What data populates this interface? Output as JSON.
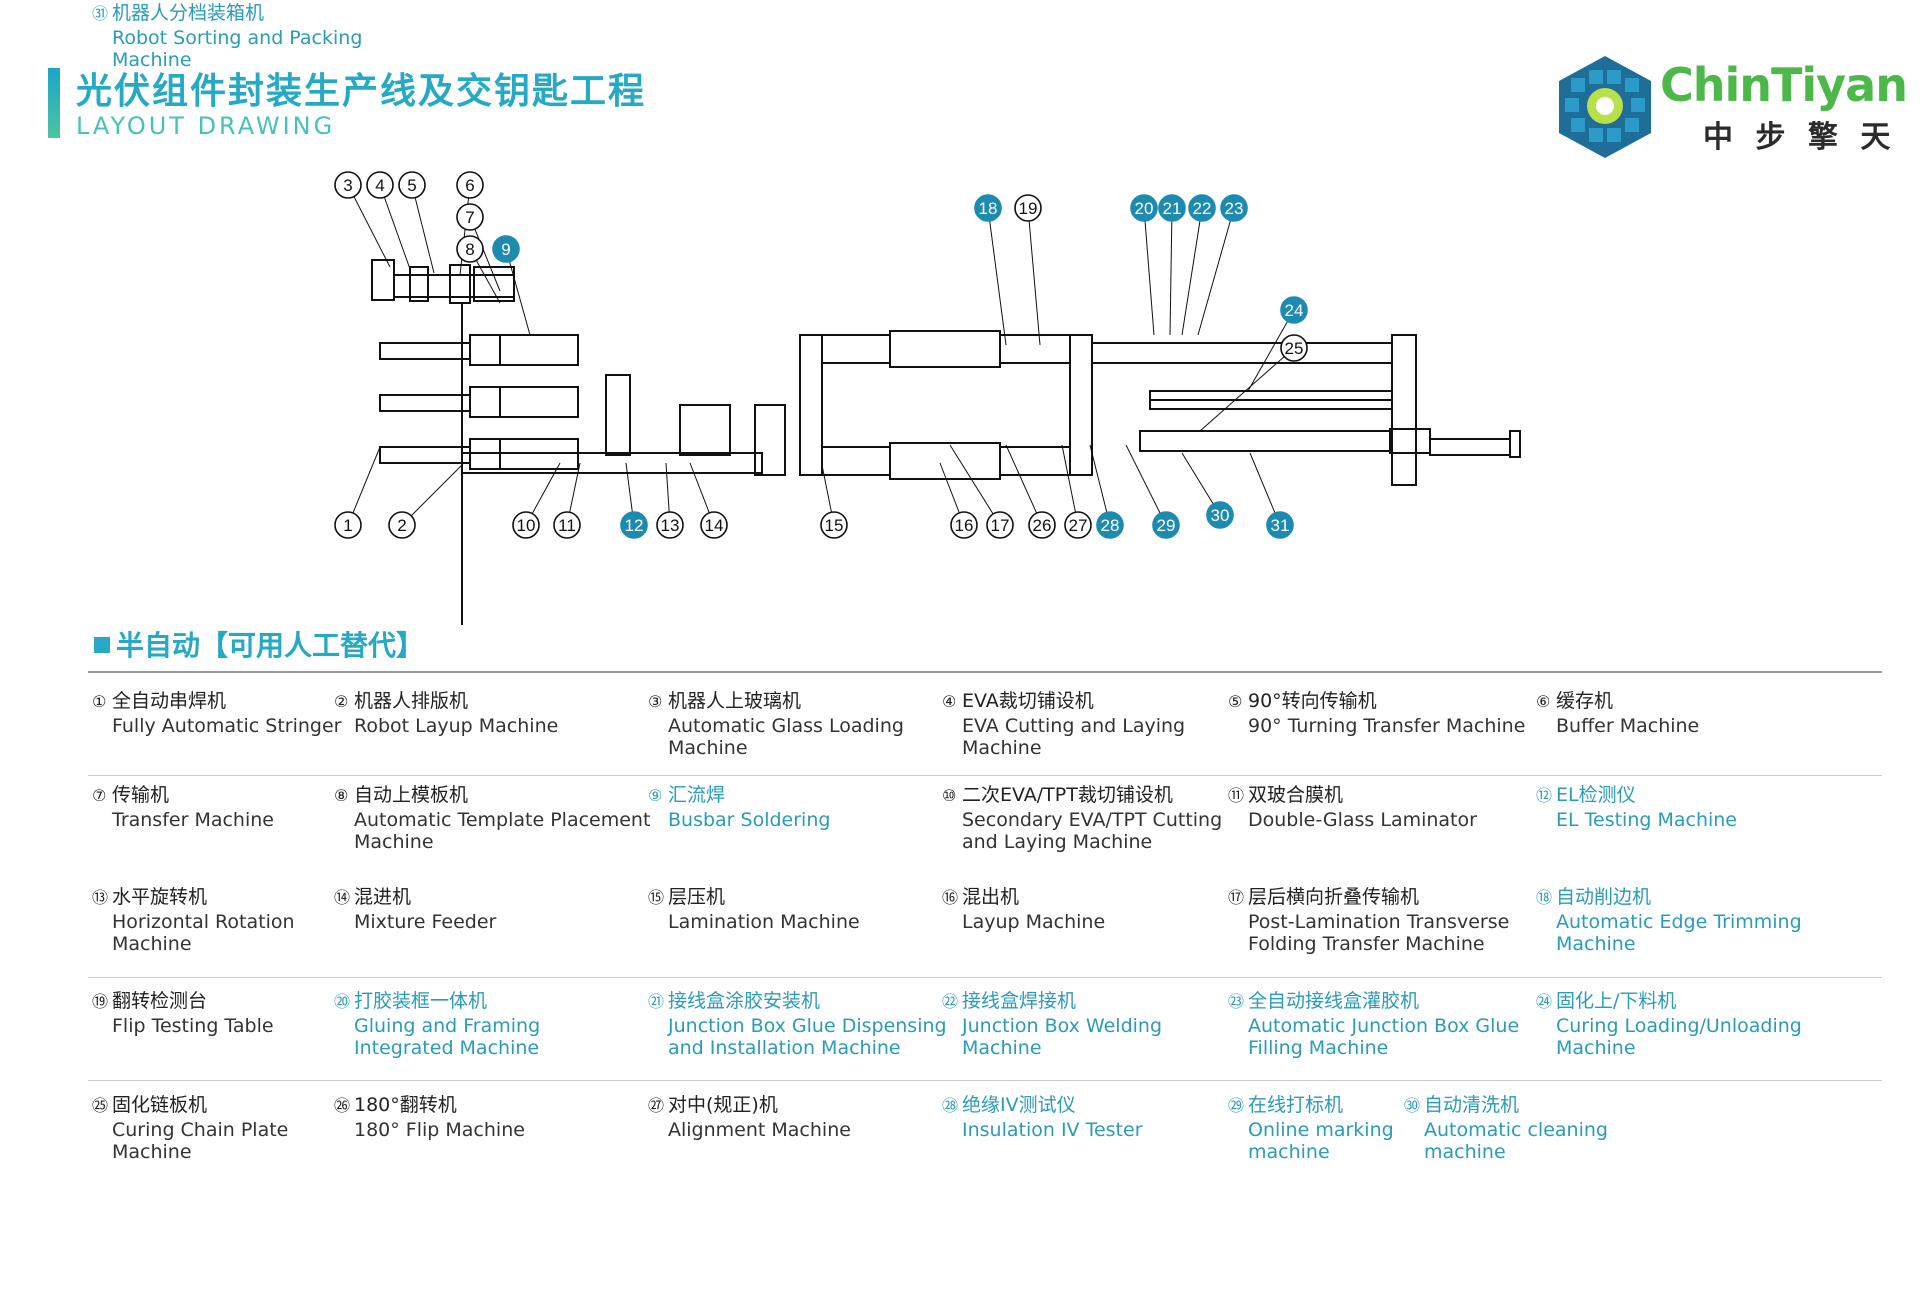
{
  "header": {
    "title_cn": "光伏组件封装生产线及交钥匙工程",
    "title_en": "LAYOUT  DRAWING"
  },
  "logo": {
    "name_en": "ChinTiyan",
    "name_cn": "中 步 擎 天"
  },
  "colors": {
    "accent": "#26a9c4",
    "highlight_marker": "#1d8bb0",
    "logo_green": "#4cb84a",
    "line": "#111111"
  },
  "diagram": {
    "markers": [
      {
        "n": "1",
        "highlight": false
      },
      {
        "n": "2",
        "highlight": false
      },
      {
        "n": "3",
        "highlight": false
      },
      {
        "n": "4",
        "highlight": false
      },
      {
        "n": "5",
        "highlight": false
      },
      {
        "n": "6",
        "highlight": false
      },
      {
        "n": "7",
        "highlight": false
      },
      {
        "n": "8",
        "highlight": false
      },
      {
        "n": "9",
        "highlight": true
      },
      {
        "n": "10",
        "highlight": false
      },
      {
        "n": "11",
        "highlight": false
      },
      {
        "n": "12",
        "highlight": true
      },
      {
        "n": "13",
        "highlight": false
      },
      {
        "n": "14",
        "highlight": false
      },
      {
        "n": "15",
        "highlight": false
      },
      {
        "n": "16",
        "highlight": false
      },
      {
        "n": "17",
        "highlight": false
      },
      {
        "n": "18",
        "highlight": true
      },
      {
        "n": "19",
        "highlight": false
      },
      {
        "n": "20",
        "highlight": true
      },
      {
        "n": "21",
        "highlight": true
      },
      {
        "n": "22",
        "highlight": true
      },
      {
        "n": "23",
        "highlight": true
      },
      {
        "n": "24",
        "highlight": true
      },
      {
        "n": "25",
        "highlight": false
      },
      {
        "n": "26",
        "highlight": false
      },
      {
        "n": "27",
        "highlight": false
      },
      {
        "n": "28",
        "highlight": true
      },
      {
        "n": "29",
        "highlight": true
      },
      {
        "n": "30",
        "highlight": true
      },
      {
        "n": "31",
        "highlight": true
      }
    ]
  },
  "legend": {
    "section_title": "半自动【可用人工替代】",
    "items": [
      {
        "num": "①",
        "cn": "全自动串焊机",
        "en": [
          "Fully Automatic Stringer"
        ],
        "highlight": false
      },
      {
        "num": "②",
        "cn": "机器人排版机",
        "en": [
          "Robot Layup Machine"
        ],
        "highlight": false
      },
      {
        "num": "③",
        "cn": "机器人上玻璃机",
        "en": [
          "Automatic Glass Loading",
          "Machine"
        ],
        "highlight": false
      },
      {
        "num": "④",
        "cn": "EVA裁切铺设机",
        "en": [
          "EVA Cutting and Laying",
          "Machine"
        ],
        "highlight": false
      },
      {
        "num": "⑤",
        "cn": "90°转向传输机",
        "en": [
          "90° Turning Transfer Machine"
        ],
        "highlight": false
      },
      {
        "num": "⑥",
        "cn": "缓存机",
        "en": [
          "Buffer Machine"
        ],
        "highlight": false
      },
      {
        "num": "⑦",
        "cn": "传输机",
        "en": [
          "Transfer Machine"
        ],
        "highlight": false
      },
      {
        "num": "⑧",
        "cn": "自动上模板机",
        "en": [
          "Automatic Template Placement",
          "Machine"
        ],
        "highlight": false
      },
      {
        "num": "⑨",
        "cn": "汇流焊",
        "en": [
          "Busbar Soldering"
        ],
        "highlight": true
      },
      {
        "num": "⑩",
        "cn": "二次EVA/TPT裁切铺设机",
        "en": [
          "Secondary EVA/TPT Cutting",
          "and Laying Machine"
        ],
        "highlight": false
      },
      {
        "num": "⑪",
        "cn": "双玻合膜机",
        "en": [
          "Double-Glass Laminator"
        ],
        "highlight": false
      },
      {
        "num": "⑫",
        "cn": "EL检测仪",
        "en": [
          "EL Testing Machine"
        ],
        "highlight": true
      },
      {
        "num": "⑬",
        "cn": "水平旋转机",
        "en": [
          "Horizontal Rotation",
          "Machine"
        ],
        "highlight": false
      },
      {
        "num": "⑭",
        "cn": "混进机",
        "en": [
          "Mixture Feeder"
        ],
        "highlight": false
      },
      {
        "num": "⑮",
        "cn": "层压机",
        "en": [
          "Lamination Machine"
        ],
        "highlight": false
      },
      {
        "num": "⑯",
        "cn": "混出机",
        "en": [
          "Layup Machine"
        ],
        "highlight": false
      },
      {
        "num": "⑰",
        "cn": "层后横向折叠传输机",
        "en": [
          "Post-Lamination Transverse",
          "Folding  Transfer Machine"
        ],
        "highlight": false
      },
      {
        "num": "⑱",
        "cn": "自动削边机",
        "en": [
          "Automatic Edge Trimming",
          "Machine"
        ],
        "highlight": true
      },
      {
        "num": "⑲",
        "cn": "翻转检测台",
        "en": [
          "Flip Testing Table"
        ],
        "highlight": false
      },
      {
        "num": "⑳",
        "cn": "打胶装框一体机",
        "en": [
          "Gluing and Framing",
          "Integrated Machine"
        ],
        "highlight": true
      },
      {
        "num": "㉑",
        "cn": "接线盒涂胶安装机",
        "en": [
          "Junction Box Glue Dispensing",
          "and  Installation Machine"
        ],
        "highlight": true
      },
      {
        "num": "㉒",
        "cn": "接线盒焊接机",
        "en": [
          "Junction Box Welding",
          "Machine"
        ],
        "highlight": true
      },
      {
        "num": "㉓",
        "cn": "全自动接线盒灌胶机",
        "en": [
          "Automatic Junction Box Glue",
          "Filling  Machine"
        ],
        "highlight": true
      },
      {
        "num": "㉔",
        "cn": "固化上/下料机",
        "en": [
          "Curing Loading/Unloading",
          "Machine"
        ],
        "highlight": true
      },
      {
        "num": "㉕",
        "cn": "固化链板机",
        "en": [
          "Curing Chain Plate",
          "Machine"
        ],
        "highlight": false
      },
      {
        "num": "㉖",
        "cn": "180°翻转机",
        "en": [
          "180° Flip Machine"
        ],
        "highlight": false
      },
      {
        "num": "㉗",
        "cn": "对中(规正)机",
        "en": [
          "Alignment Machine"
        ],
        "highlight": false
      },
      {
        "num": "㉘",
        "cn": "绝缘IV测试仪",
        "en": [
          "Insulation IV Tester"
        ],
        "highlight": true
      },
      {
        "num": "㉙",
        "cn": "在线打标机",
        "en": [
          "Online marking",
          "machine"
        ],
        "highlight": true
      },
      {
        "num": "㉚",
        "cn": "自动清洗机",
        "en": [
          "Automatic cleaning",
          "machine"
        ],
        "highlight": true
      },
      {
        "num": "㉛",
        "cn": "机器人分档装箱机",
        "en": [
          "Robot Sorting and Packing",
          "Machine"
        ],
        "highlight": true
      }
    ]
  }
}
